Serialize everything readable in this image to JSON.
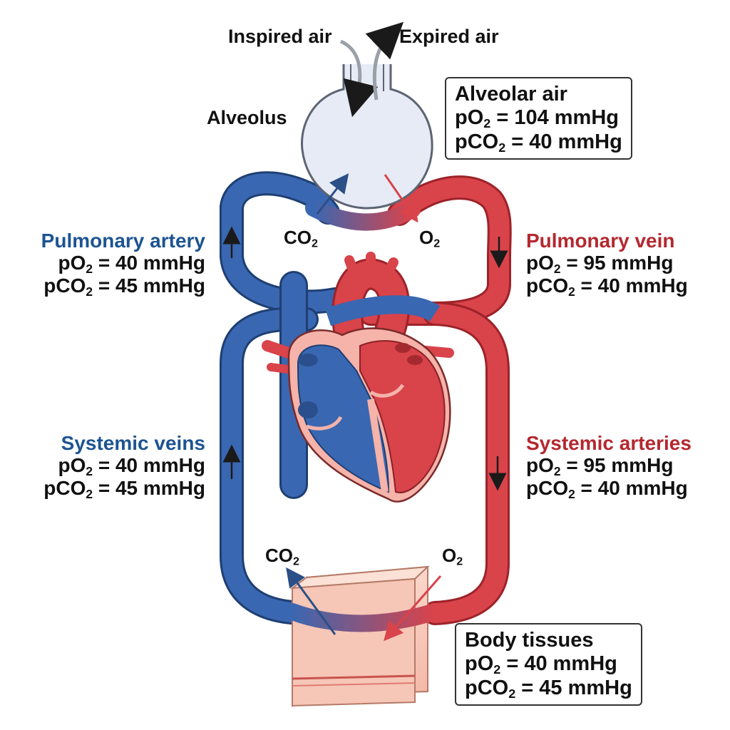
{
  "colors": {
    "deoxygenated": "#3a67b1",
    "deoxygenated_dark": "#1d5491",
    "oxygenated": "#d9434a",
    "oxygenated_dark": "#b4282f",
    "tissue": "#f7c3b5",
    "alveolus_fill": "#e6ebf5"
  },
  "air": {
    "inspired": "Inspired air",
    "expired": "Expired air"
  },
  "alveolus": {
    "label": "Alveolus",
    "box": {
      "title": "Alveolar air",
      "po2_label": "pO",
      "po2_sub": "2",
      "po2_value": " = 104 mmHg",
      "pco2_label": "pCO",
      "pco2_sub": "2",
      "pco2_value": " = 40 mmHg"
    }
  },
  "lung_exchange": {
    "co2": "CO",
    "co2_sub": "2",
    "o2": "O",
    "o2_sub": "2"
  },
  "pulmonary_artery": {
    "title": "Pulmonary artery",
    "po2_label": "pO",
    "po2_sub": "2",
    "po2_value": " = 40 mmHg",
    "pco2_label": "pCO",
    "pco2_sub": "2",
    "pco2_value": " = 45 mmHg"
  },
  "pulmonary_vein": {
    "title": "Pulmonary vein",
    "po2_label": "pO",
    "po2_sub": "2",
    "po2_value": " = 95 mmHg",
    "pco2_label": "pCO",
    "pco2_sub": "2",
    "pco2_value": " = 40 mmHg"
  },
  "systemic_veins": {
    "title": "Systemic veins",
    "po2_label": "pO",
    "po2_sub": "2",
    "po2_value": " = 40 mmHg",
    "pco2_label": "pCO",
    "pco2_sub": "2",
    "pco2_value": " = 45 mmHg"
  },
  "systemic_arteries": {
    "title": "Systemic arteries",
    "po2_label": "pO",
    "po2_sub": "2",
    "po2_value": " = 95 mmHg",
    "pco2_label": "pCO",
    "pco2_sub": "2",
    "pco2_value": " = 40 mmHg"
  },
  "tissue_exchange": {
    "co2": "CO",
    "co2_sub": "2",
    "o2": "O",
    "o2_sub": "2"
  },
  "body_tissues": {
    "title": "Body tissues",
    "po2_label": "pO",
    "po2_sub": "2",
    "po2_value": " = 40 mmHg",
    "pco2_label": "pCO",
    "pco2_sub": "2",
    "pco2_value": " = 45 mmHg"
  }
}
